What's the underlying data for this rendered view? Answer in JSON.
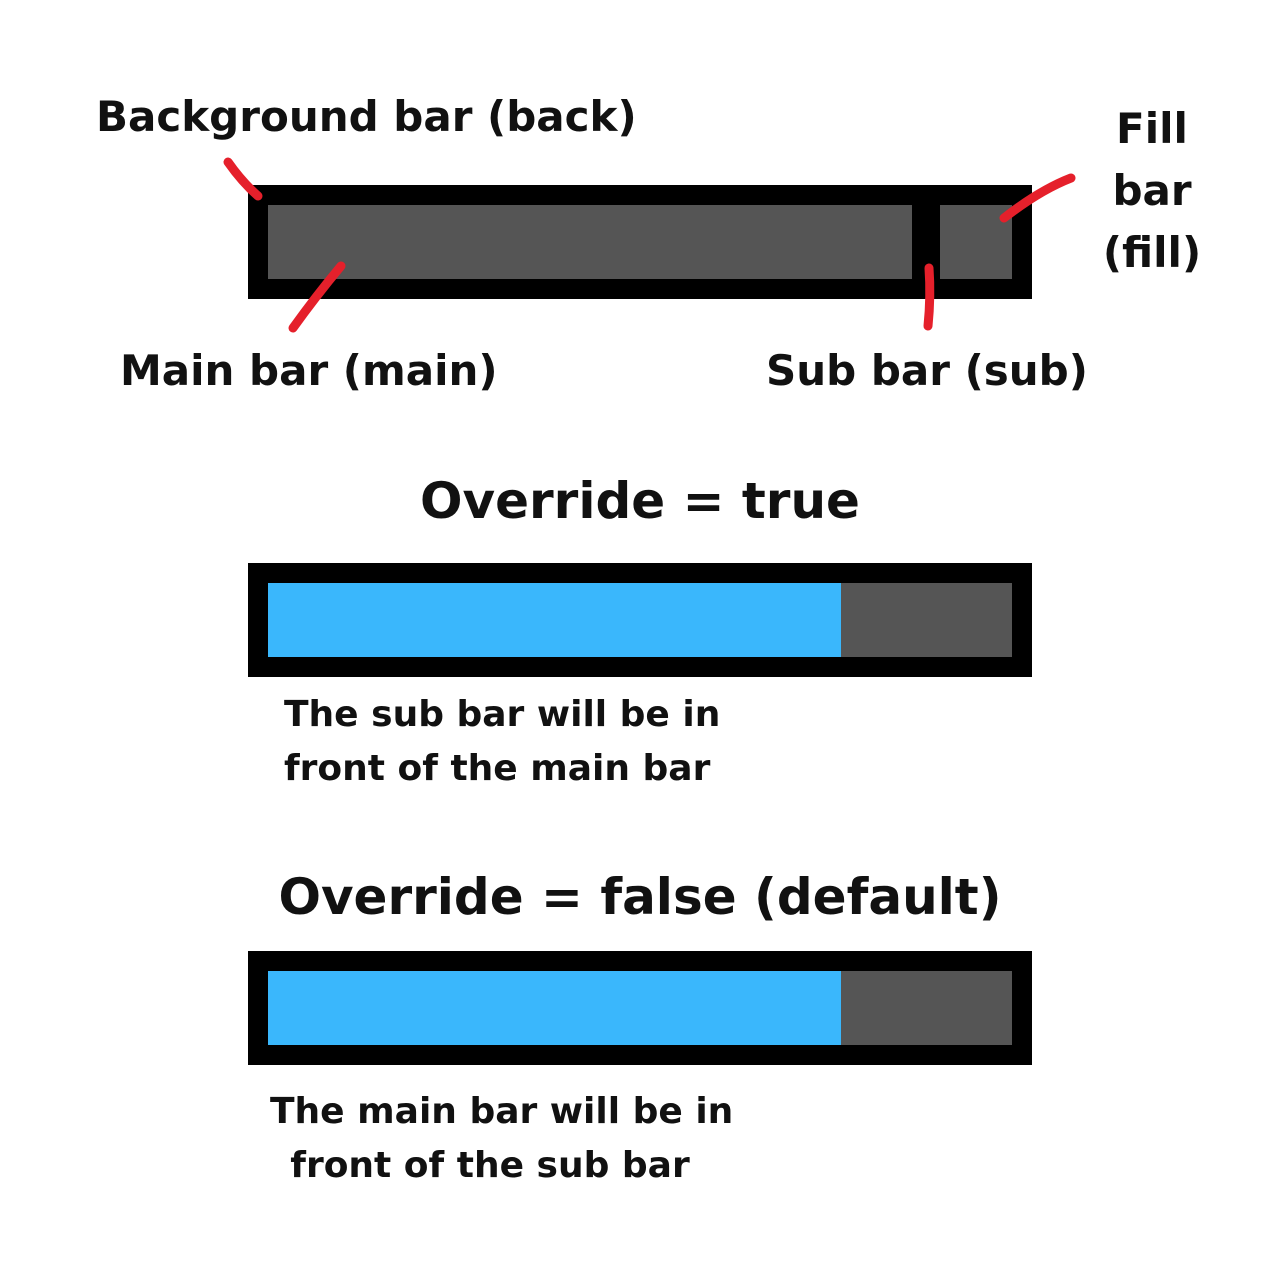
{
  "labels": {
    "background_bar": "Background bar (back)",
    "fill_bar_line1": "Fill bar",
    "fill_bar_line2": "(fill)",
    "main_bar": "Main bar (main)",
    "sub_bar": "Sub bar (sub)"
  },
  "override_true": {
    "heading": "Override = true",
    "caption_line1": "The sub bar will be in",
    "caption_line2": "front of the main bar",
    "fill_fraction": 0.77
  },
  "override_false": {
    "heading": "Override = false (default)",
    "caption_line1": "The main bar will be in",
    "caption_line2": "front of the sub bar",
    "fill_fraction": 0.77
  },
  "colors": {
    "frame": "#000000",
    "track": "#555555",
    "fill": "#3ab7fc",
    "pointer": "#e5202b"
  }
}
